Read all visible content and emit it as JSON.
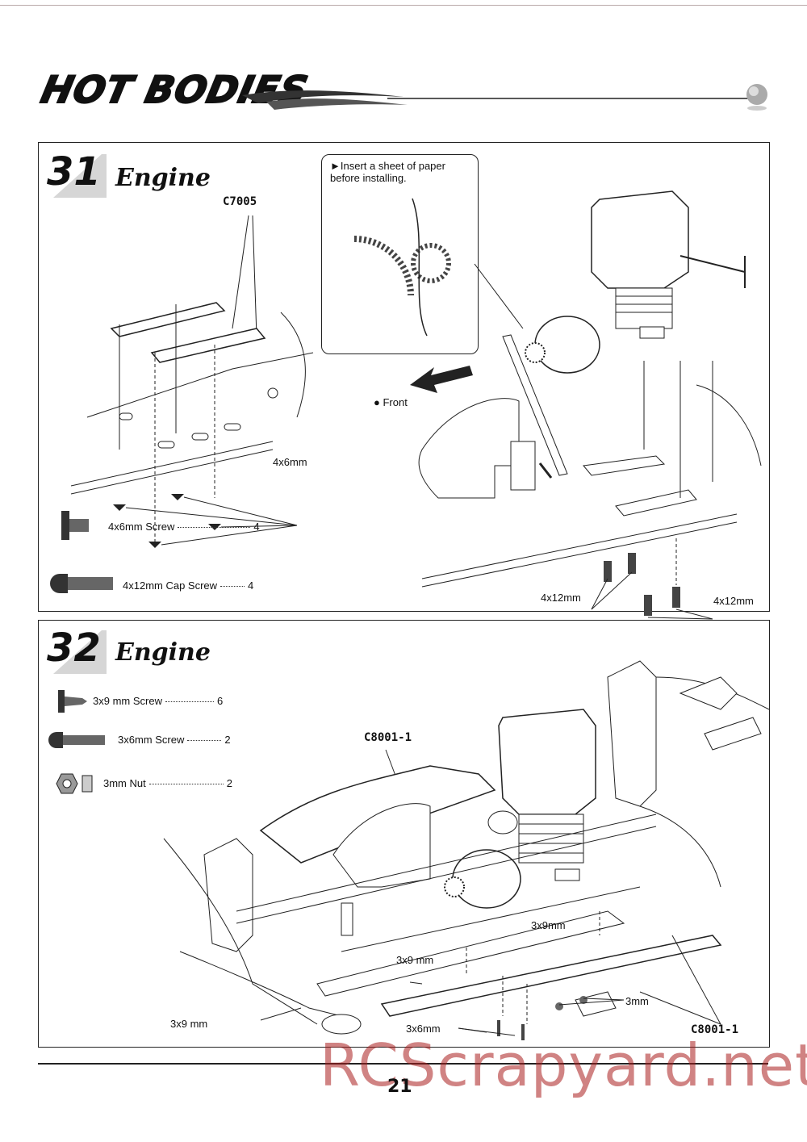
{
  "header": {
    "brand": "HOT BODIES"
  },
  "step31": {
    "number": "31",
    "title": "Engine",
    "part_code": "C7005",
    "screw_label": "4x6mm",
    "note": "Insert a sheet of paper before installing.",
    "front_label": "Front",
    "cap_label_left": "4x12mm",
    "cap_label_right": "4x12mm",
    "parts": [
      {
        "name": "4x6mm  Screw",
        "qty": "4"
      },
      {
        "name": "4x12mm  Cap Screw",
        "qty": "4"
      }
    ]
  },
  "step32": {
    "number": "32",
    "title": "Engine",
    "part_code_top": "C8001-1",
    "part_code_bottom": "C8001-1",
    "labels": {
      "screw_3x9_right": "3x9mm",
      "screw_3x9_mid": "3x9 mm",
      "screw_3x9_left": "3x9 mm",
      "screw_3x6": "3x6mm",
      "nut_3mm": "3mm"
    },
    "parts": [
      {
        "name": "3x9 mm  Screw",
        "qty": "6"
      },
      {
        "name": "3x6mm Screw",
        "qty": "2"
      },
      {
        "name": "3mm Nut",
        "qty": "2"
      }
    ]
  },
  "footer": {
    "page_number": "21",
    "watermark": "RCScrapyard.net"
  }
}
